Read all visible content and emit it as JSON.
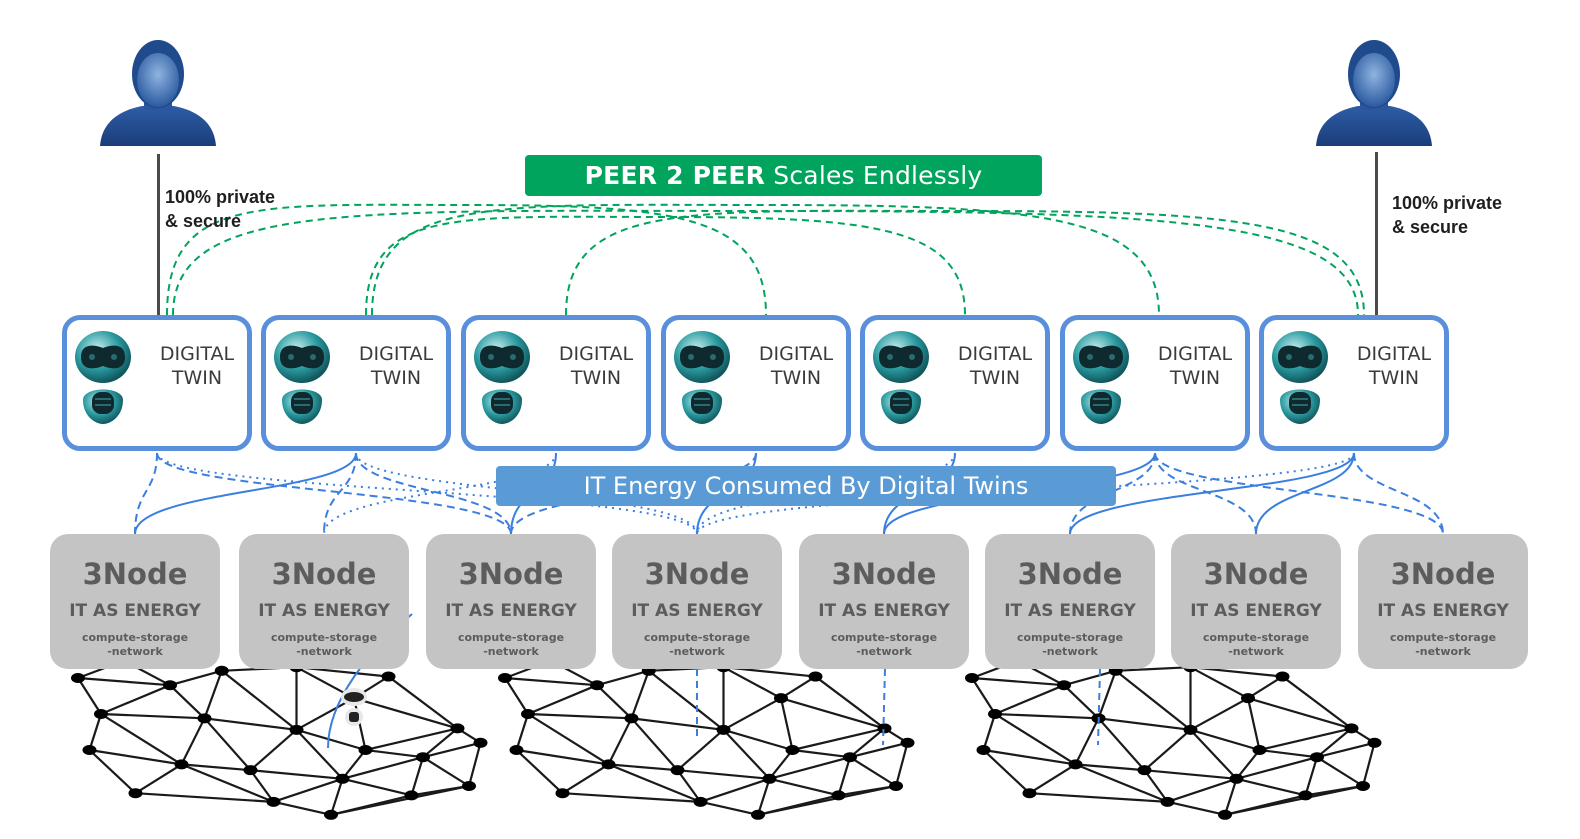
{
  "diagram": {
    "title_banner": {
      "bold": "PEER 2 PEER",
      "rest": "Scales Endlessly",
      "color": "#00a45c"
    },
    "energy_banner": {
      "label": "IT Energy Consumed By Digital Twins",
      "color": "#5b9bd5"
    },
    "users": [
      {
        "icon": "user-avatar-icon",
        "caption_line1": "100% private",
        "caption_line2": "& secure"
      },
      {
        "icon": "user-avatar-icon",
        "caption_line1": "100% private",
        "caption_line2": "& secure"
      }
    ],
    "digital_twins": [
      {
        "line1": "DIGITAL",
        "line2": "TWIN",
        "icon": "robot-icon"
      },
      {
        "line1": "DIGITAL",
        "line2": "TWIN",
        "icon": "robot-icon"
      },
      {
        "line1": "DIGITAL",
        "line2": "TWIN",
        "icon": "robot-icon"
      },
      {
        "line1": "DIGITAL",
        "line2": "TWIN",
        "icon": "robot-icon"
      },
      {
        "line1": "DIGITAL",
        "line2": "TWIN",
        "icon": "robot-icon"
      },
      {
        "line1": "DIGITAL",
        "line2": "TWIN",
        "icon": "robot-icon"
      },
      {
        "line1": "DIGITAL",
        "line2": "TWIN",
        "icon": "robot-icon"
      }
    ],
    "nodes": [
      {
        "title": "3Node",
        "subtitle": "IT AS ENERGY",
        "desc1": "compute-storage",
        "desc2": "-network"
      },
      {
        "title": "3Node",
        "subtitle": "IT AS ENERGY",
        "desc1": "compute-storage",
        "desc2": "-network"
      },
      {
        "title": "3Node",
        "subtitle": "IT AS ENERGY",
        "desc1": "compute-storage",
        "desc2": "-network"
      },
      {
        "title": "3Node",
        "subtitle": "IT AS ENERGY",
        "desc1": "compute-storage",
        "desc2": "-network"
      },
      {
        "title": "3Node",
        "subtitle": "IT AS ENERGY",
        "desc1": "compute-storage",
        "desc2": "-network"
      },
      {
        "title": "3Node",
        "subtitle": "IT AS ENERGY",
        "desc1": "compute-storage",
        "desc2": "-network"
      },
      {
        "title": "3Node",
        "subtitle": "IT AS ENERGY",
        "desc1": "compute-storage",
        "desc2": "-network"
      },
      {
        "title": "3Node",
        "subtitle": "IT AS ENERGY",
        "desc1": "compute-storage",
        "desc2": "-network"
      }
    ],
    "colors": {
      "twin_border": "#5a8fdc",
      "node_fill": "#c4c4c4",
      "p2p_links": "#00a45c",
      "energy_links": "#3a7fe0",
      "mesh": "#1a1a1a"
    },
    "p2p_links": [
      [
        0,
        3
      ],
      [
        0,
        6
      ],
      [
        1,
        4
      ],
      [
        1,
        5
      ],
      [
        2,
        6
      ]
    ],
    "energy_links": [
      {
        "twin": 0,
        "node": 0,
        "style": "dashed"
      },
      {
        "twin": 0,
        "node": 2,
        "style": "dashed"
      },
      {
        "twin": 0,
        "node": 3,
        "style": "dotted"
      },
      {
        "twin": 1,
        "node": 0,
        "style": "solid"
      },
      {
        "twin": 1,
        "node": 1,
        "style": "dashed"
      },
      {
        "twin": 1,
        "node": 2,
        "style": "dashed"
      },
      {
        "twin": 1,
        "node": 3,
        "style": "dotted"
      },
      {
        "twin": 2,
        "node": 2,
        "style": "solid"
      },
      {
        "twin": 2,
        "node": 1,
        "style": "dotted"
      },
      {
        "twin": 3,
        "node": 3,
        "style": "solid"
      },
      {
        "twin": 3,
        "node": 2,
        "style": "dashed"
      },
      {
        "twin": 4,
        "node": 4,
        "style": "solid"
      },
      {
        "twin": 4,
        "node": 3,
        "style": "dotted"
      },
      {
        "twin": 5,
        "node": 5,
        "style": "dashed"
      },
      {
        "twin": 5,
        "node": 4,
        "style": "solid"
      },
      {
        "twin": 5,
        "node": 6,
        "style": "dashed"
      },
      {
        "twin": 5,
        "node": 7,
        "style": "dashed"
      },
      {
        "twin": 6,
        "node": 5,
        "style": "solid"
      },
      {
        "twin": 6,
        "node": 6,
        "style": "solid"
      },
      {
        "twin": 6,
        "node": 7,
        "style": "dashed"
      },
      {
        "twin": 6,
        "node": 3,
        "style": "dotted"
      }
    ]
  }
}
